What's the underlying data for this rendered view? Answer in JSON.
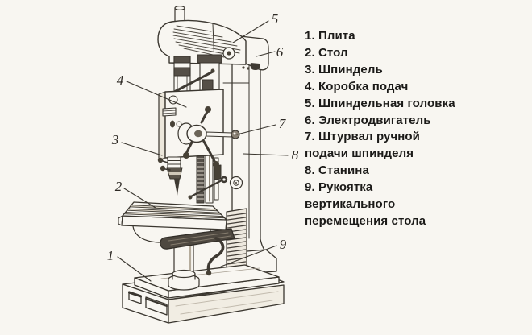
{
  "page": {
    "background": "#f8f6f1",
    "ink": "#3a362f",
    "dark_fill": "#474136",
    "legend_text_color": "#1b1a18",
    "callout_color": "#2e2a25"
  },
  "figure": {
    "description": "Линейный чертёж вертикально-сверлильного станка с выносками 1–9",
    "callouts": [
      "1",
      "2",
      "3",
      "4",
      "5",
      "6",
      "7",
      "8",
      "9"
    ]
  },
  "legend": {
    "items": [
      {
        "num": "1.",
        "label": "Плита"
      },
      {
        "num": "2.",
        "label": "Стол"
      },
      {
        "num": "3.",
        "label": "Шпиндель"
      },
      {
        "num": "4.",
        "label": "Коробка подач"
      },
      {
        "num": "5.",
        "label": "Шпиндельная головка"
      },
      {
        "num": "6.",
        "label": "Электродвигатель"
      },
      {
        "num": "7.",
        "label": "Штурвал ручной подачи шпинделя"
      },
      {
        "num": "8.",
        "label": "Станина"
      },
      {
        "num": "9.",
        "label": "Рукоятка вертикального перемещения стола"
      }
    ],
    "lines": [
      "1. Плита",
      "2. Стол",
      "3. Шпиндель",
      "4. Коробка подач",
      "5. Шпиндельная головка",
      "6. Электродвигатель",
      "7. Штурвал ручной",
      "подачи шпинделя",
      "8. Станина",
      "9. Рукоятка",
      "вертикального",
      "перемещения стола"
    ]
  }
}
